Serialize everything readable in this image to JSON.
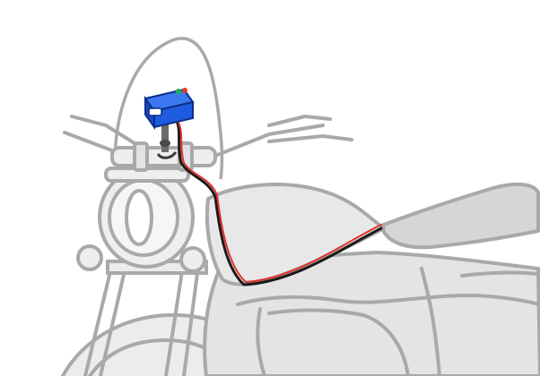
{
  "scene": {
    "subject": "motorcycle-sketch-with-mounted-device",
    "colors": {
      "background": "#ffffff",
      "line": "#a9a9a9",
      "bodyFill": "#e6e6e6",
      "seat": "#d6d6d6",
      "device": "#1f5be0",
      "deviceDark": "#0c2f8a",
      "wireRed": "#e0302a",
      "wireBlack": "#1a1a1a",
      "ledGreen": "#23b04a",
      "ledRed": "#e23a2a"
    },
    "elements": [
      "windshield",
      "handlebar",
      "headlight",
      "fork",
      "fuel-tank",
      "seat",
      "frame",
      "front-wheel",
      "tracker-device",
      "wire"
    ]
  }
}
